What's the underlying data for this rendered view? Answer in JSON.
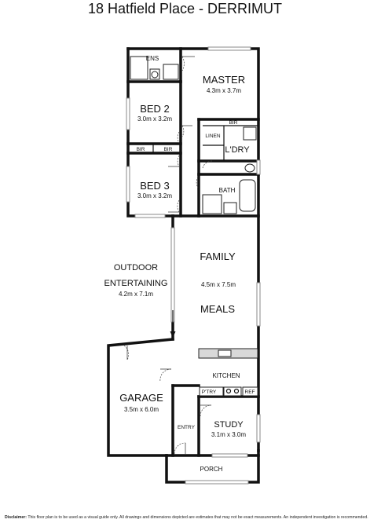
{
  "title": "18 Hatfield Place - DERRIMUT",
  "rooms": {
    "ens": "ENS",
    "master": {
      "name": "MASTER",
      "size": "4.3m x 3.7m"
    },
    "bed2": {
      "name": "BED 2",
      "size": "3.0m x 3.2m"
    },
    "bed3": {
      "name": "BED 3",
      "size": "3.0m x 3.2m"
    },
    "bir_master": "BIR",
    "bir_left": "BIR",
    "bir_right": "BIR",
    "linen": "LINEN",
    "laundry": "L'DRY",
    "bath": "BATH",
    "family": {
      "name": "FAMILY",
      "size": "4.5m x 7.5m"
    },
    "meals": "MEALS",
    "outdoor": {
      "line1": "OUTDOOR",
      "line2": "ENTERTAINING",
      "size": "4.2m x 7.1m"
    },
    "kitchen": "KITCHEN",
    "pantry": "P'TRY",
    "ref": "REF",
    "garage": {
      "name": "GARAGE",
      "size": "3.5m x 6.0m"
    },
    "study": {
      "name": "STUDY",
      "size": "3.1m x 3.0m"
    },
    "entry": "ENTRY",
    "porch": "PORCH"
  },
  "disclaimer": {
    "label": "Disclaimer:",
    "text": "This floor plan is to be used as a visual guide only. All drawings and dimensions depicted are estimates that may not be exact measurements. An independent investigation is recommended."
  }
}
